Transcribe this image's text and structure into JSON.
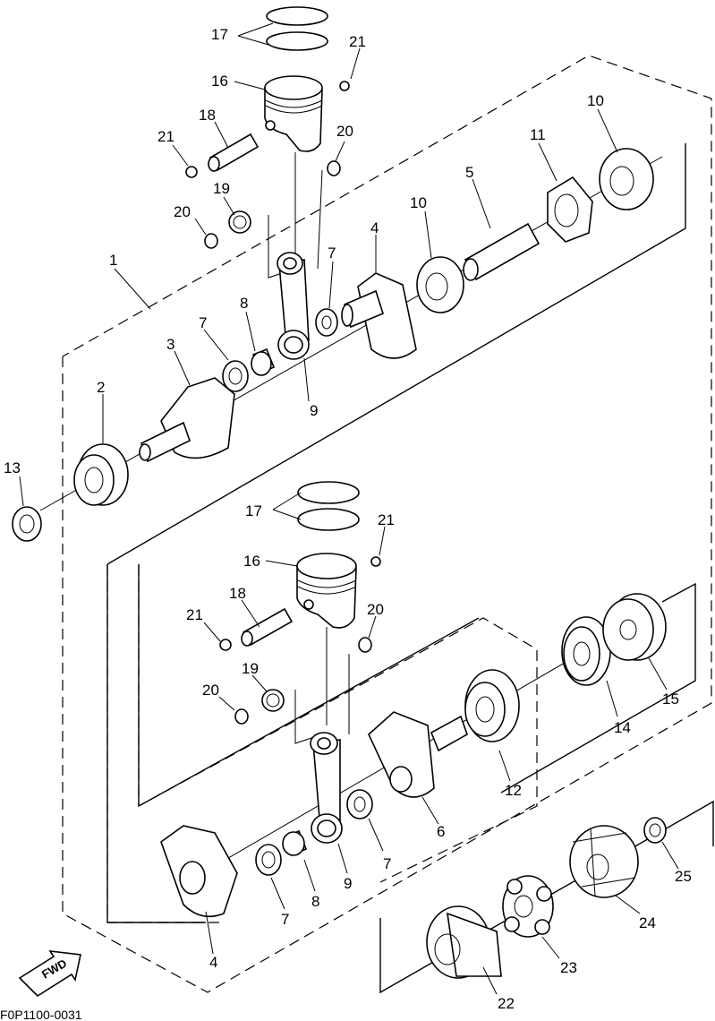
{
  "diagram": {
    "code": "F0P1100-0031",
    "fwd_label": "FWD",
    "callouts": {
      "c1": "1",
      "c2": "2",
      "c3": "3",
      "c4a": "4",
      "c4b": "4",
      "c5": "5",
      "c6": "6",
      "c7a": "7",
      "c7b": "7",
      "c7c": "7",
      "c7d": "7",
      "c8a": "8",
      "c8b": "8",
      "c9a": "9",
      "c9b": "9",
      "c10a": "10",
      "c10b": "10",
      "c11": "11",
      "c12": "12",
      "c13": "13",
      "c14": "14",
      "c15": "15",
      "c16a": "16",
      "c16b": "16",
      "c17a": "17",
      "c17b": "17",
      "c18a": "18",
      "c18b": "18",
      "c19a": "19",
      "c19b": "19",
      "c20a": "20",
      "c20b": "20",
      "c20c": "20",
      "c20d": "20",
      "c21a": "21",
      "c21b": "21",
      "c21c": "21",
      "c21d": "21",
      "c22": "22",
      "c23": "23",
      "c24": "24",
      "c25": "25"
    }
  }
}
